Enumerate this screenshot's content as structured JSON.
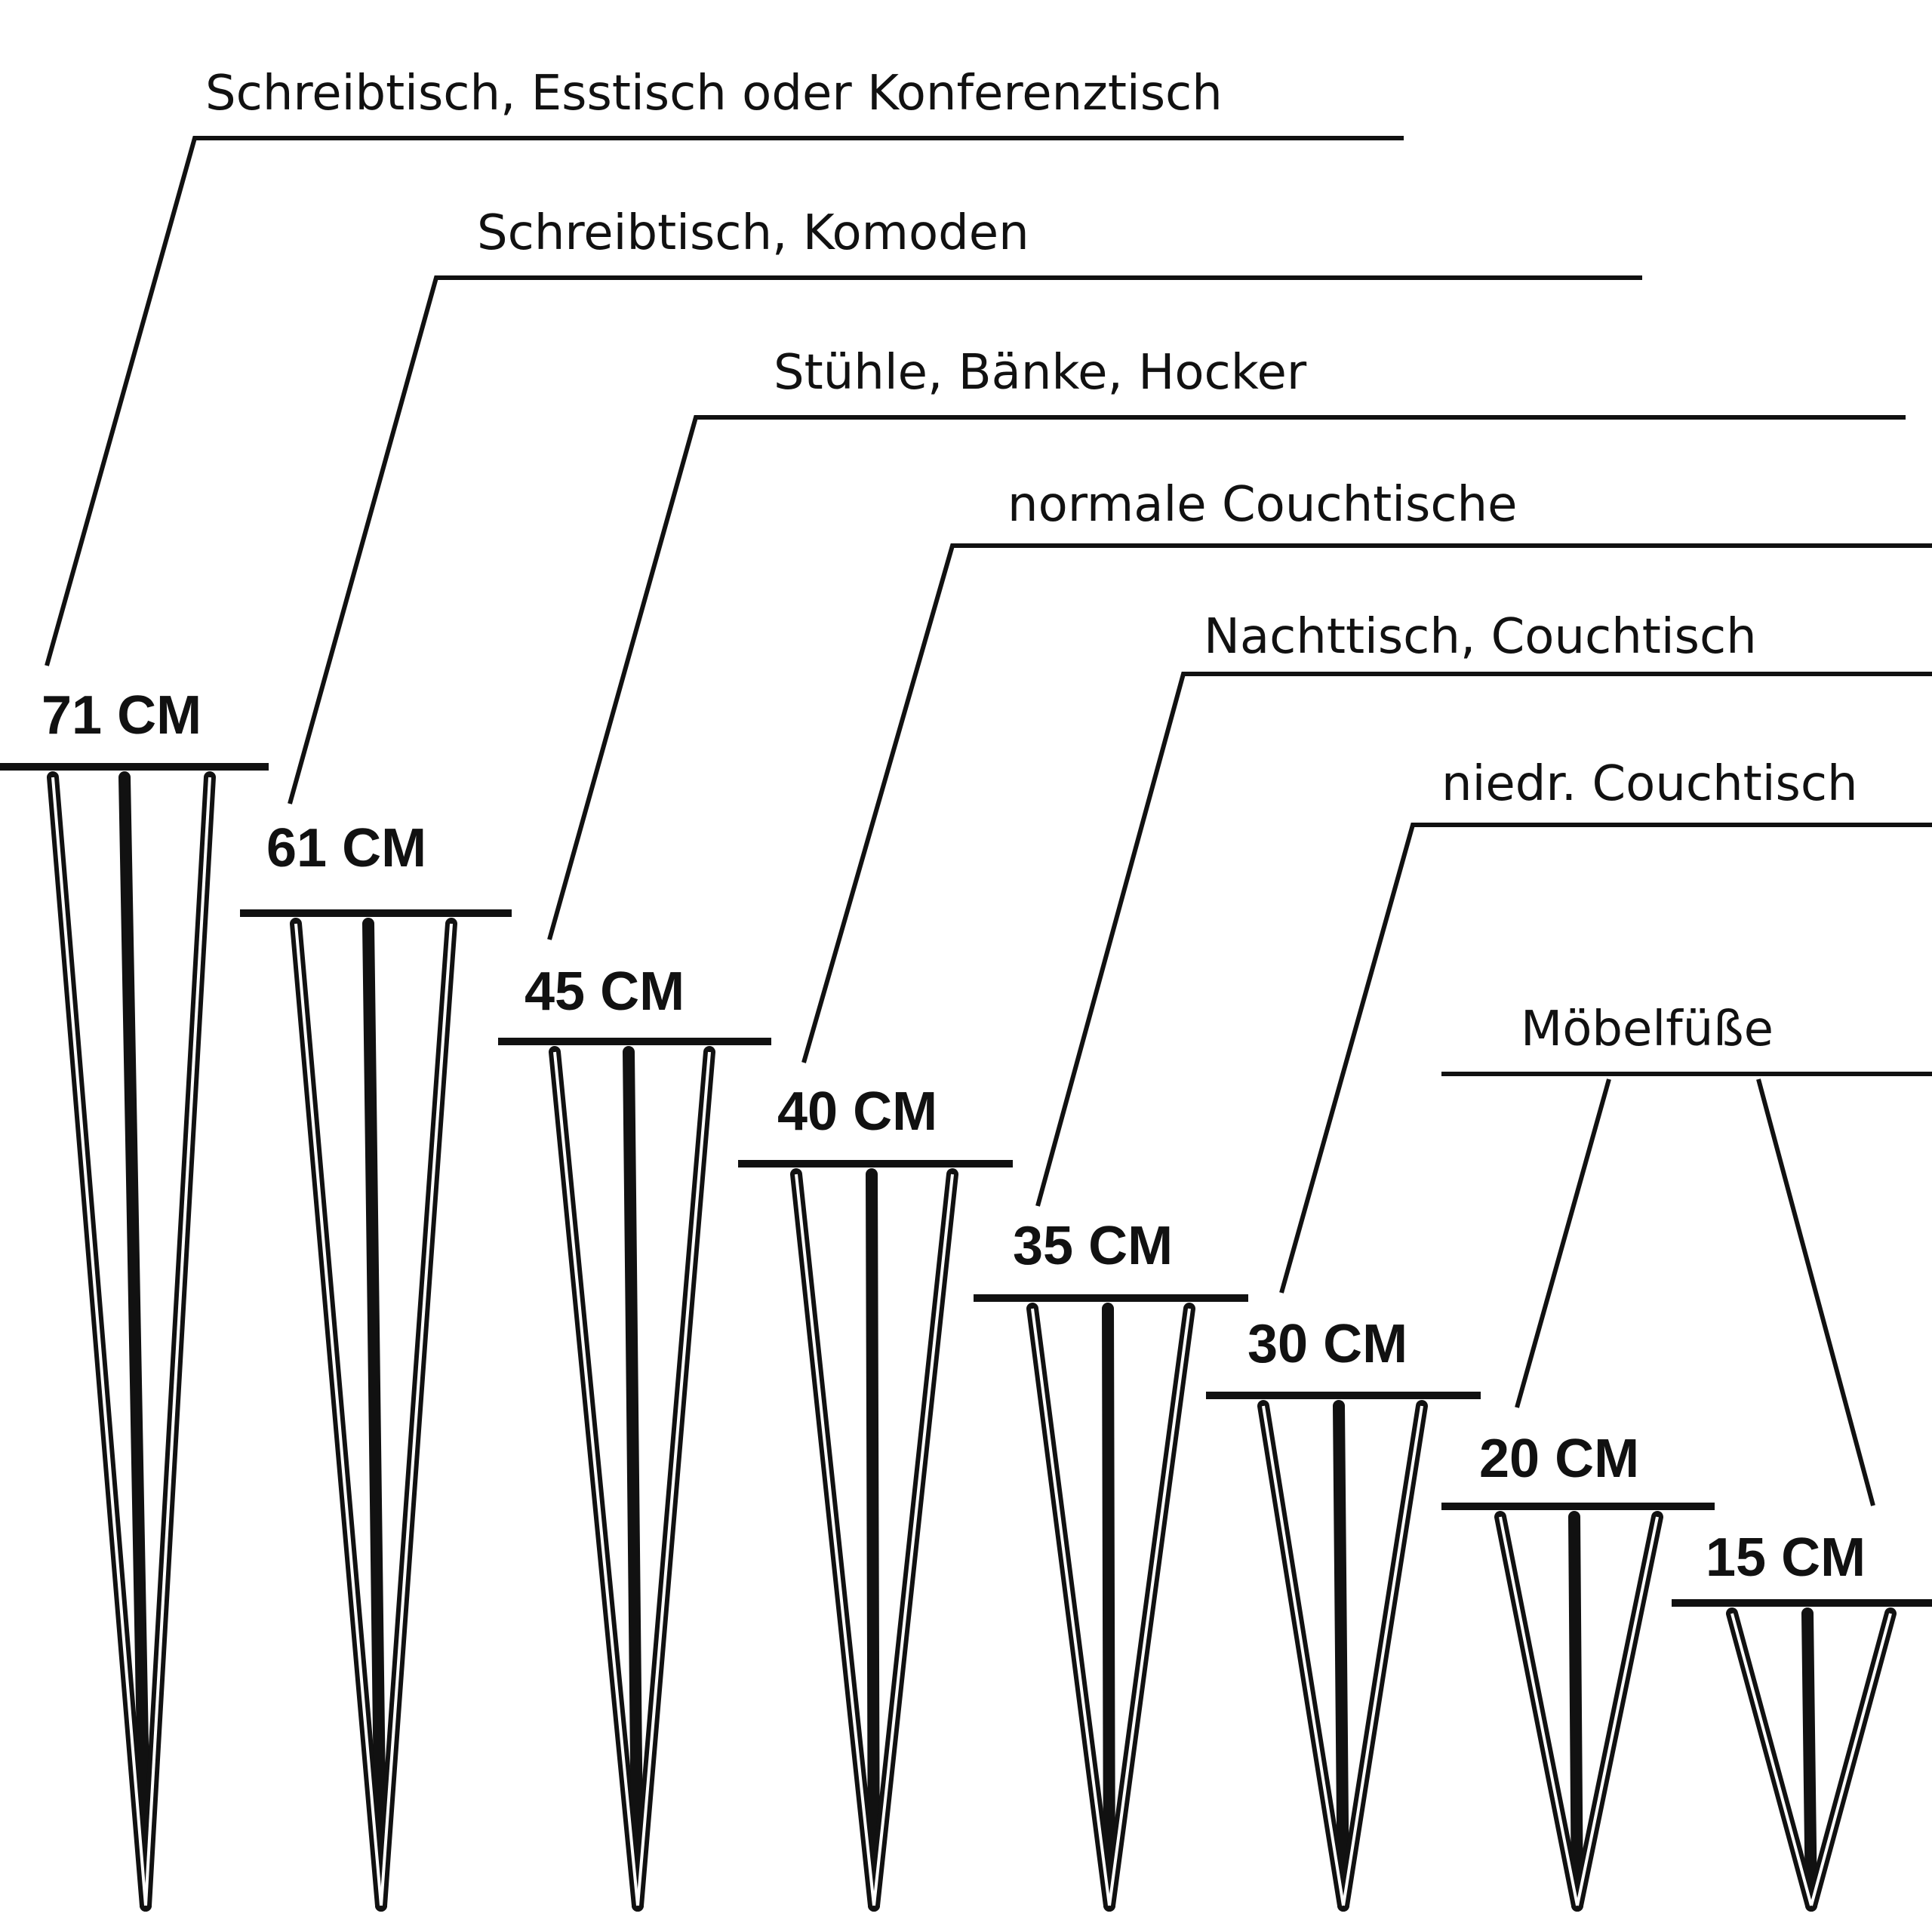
{
  "colors": {
    "ink": "#111111",
    "background": "#ffffff"
  },
  "uses": [
    {
      "label": "Schreibtisch, Esstisch oder Konferenztisch",
      "size": "71 CM"
    },
    {
      "label": "Schreibtisch, Komoden",
      "size": "61 CM"
    },
    {
      "label": "Stühle, Bänke, Hocker",
      "size": "45 CM"
    },
    {
      "label": "normale Couchtische",
      "size": "40 CM"
    },
    {
      "label": "Nachttisch, Couchtisch",
      "size": "35 CM"
    },
    {
      "label": "niedr. Couchtisch",
      "size": "30 CM"
    }
  ],
  "group": {
    "label": "Möbelfüße",
    "sizes": [
      "20 CM",
      "15 CM"
    ]
  }
}
